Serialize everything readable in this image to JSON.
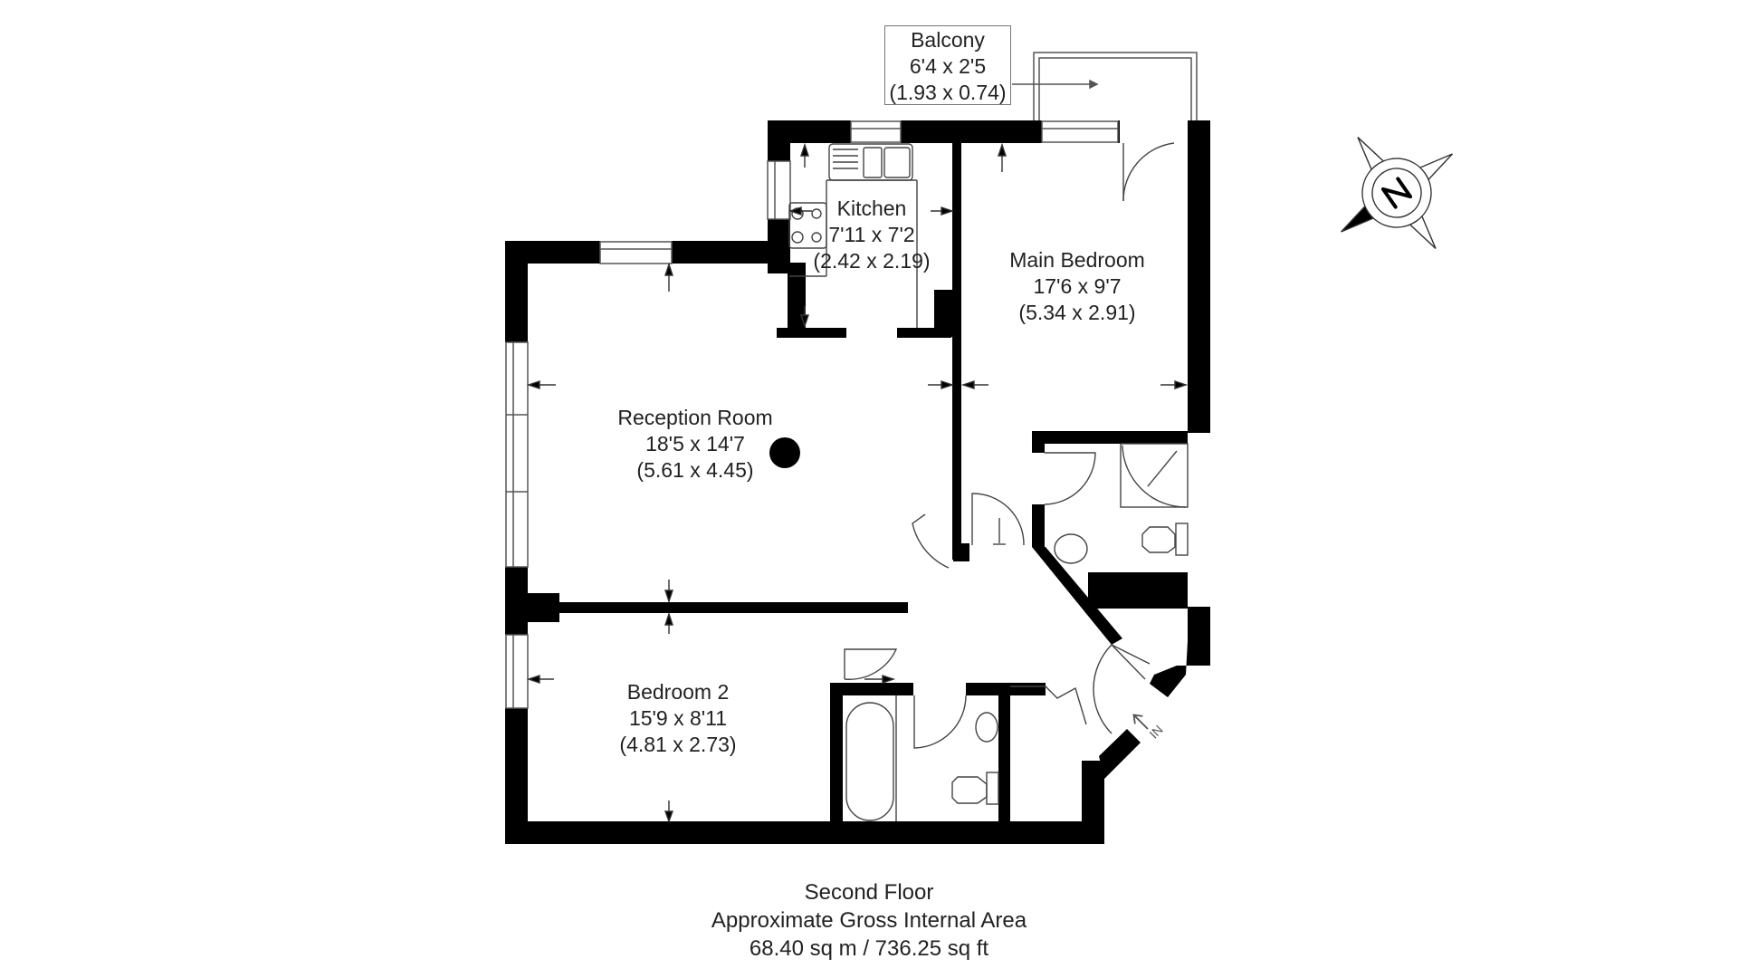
{
  "floor_plan": {
    "floor_name": "Second Floor",
    "area_label": "Approximate Gross Internal Area",
    "area_value": "68.40 sq m / 736.25 sq ft",
    "rooms": [
      {
        "id": "balcony",
        "name": "Balcony",
        "imperial": "6'4 x 2'5",
        "metric": "(1.93 x 0.74)"
      },
      {
        "id": "kitchen",
        "name": "Kitchen",
        "imperial": "7'11 x 7'2",
        "metric": "(2.42 x 2.19)"
      },
      {
        "id": "main_bedroom",
        "name": "Main Bedroom",
        "imperial": "17'6 x 9'7",
        "metric": "(5.34 x 2.91)"
      },
      {
        "id": "reception_room",
        "name": "Reception Room",
        "imperial": "18'5 x 14'7",
        "metric": "(5.61 x 4.45)"
      },
      {
        "id": "bedroom_2",
        "name": "Bedroom 2",
        "imperial": "15'9 x 8'11",
        "metric": "(4.81 x 2.73)"
      }
    ],
    "entrance_label": "IN",
    "compass": {
      "label": "N",
      "icon": "compass-rose-icon"
    },
    "colors": {
      "wall": "#000000",
      "line": "#444444",
      "background": "#ffffff"
    }
  }
}
